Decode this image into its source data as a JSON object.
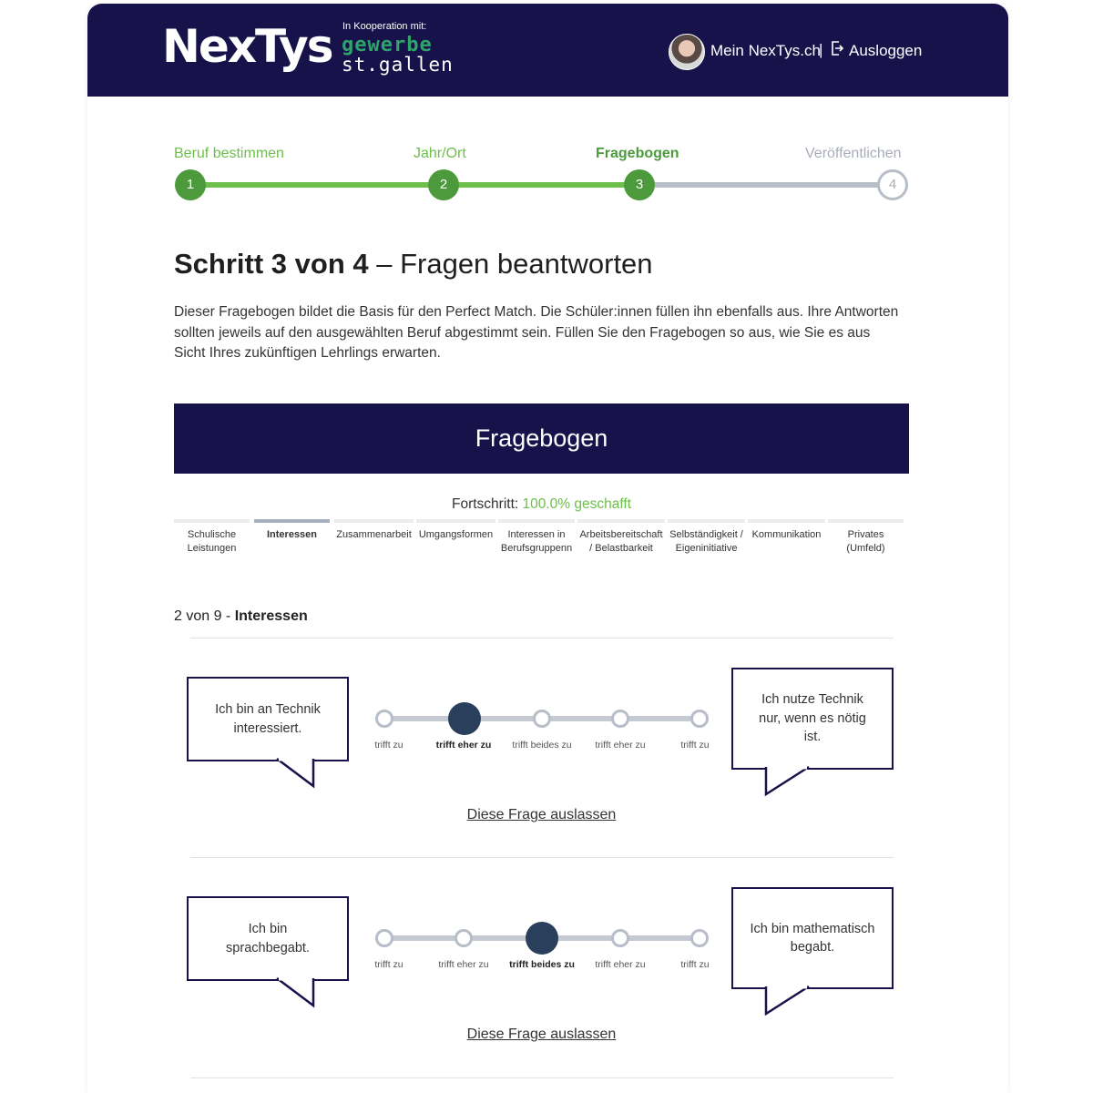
{
  "header": {
    "logo": "NexTys",
    "cooperation_label": "In Kooperation mit:",
    "partner_line1": "gewerbe",
    "partner_line2": "st.gallen",
    "user_link": "Mein NexTys.ch",
    "separator": "|",
    "logout": "Ausloggen"
  },
  "stepper": {
    "steps": [
      {
        "label": "Beruf bestimmen",
        "number": "1",
        "state": "done"
      },
      {
        "label": "Jahr/Ort",
        "number": "2",
        "state": "done"
      },
      {
        "label": "Fragebogen",
        "number": "3",
        "state": "current"
      },
      {
        "label": "Veröffentlichen",
        "number": "4",
        "state": "pending"
      }
    ]
  },
  "page": {
    "title_bold": "Schritt 3 von 4",
    "title_rest": " – Fragen beantworten",
    "intro": "Dieser Fragebogen bildet die Basis für den Perfect Match. Die Schüler:innen füllen ihn ebenfalls aus. Ihre Antworten sollten jeweils auf den ausgewählten Beruf abgestimmt sein. Füllen Sie den Fragebogen so aus, wie Sie es aus Sicht Ihres zukünftigen Lehrlings erwarten."
  },
  "questionnaire": {
    "banner": "Fragebogen",
    "progress_label": "Fortschritt: ",
    "progress_value": "100.0% geschafft",
    "tabs": [
      {
        "label": "Schulische Leistungen",
        "active": false
      },
      {
        "label": "Interessen",
        "active": true
      },
      {
        "label": "Zusammenarbeit",
        "active": false
      },
      {
        "label": "Umgangsformen",
        "active": false
      },
      {
        "label": "Interessen in Berufsgruppenn",
        "active": false
      },
      {
        "label": "Arbeitsbereitschaft / Belastbarkeit",
        "active": false
      },
      {
        "label": "Selbständigkeit / Eigeninitiative",
        "active": false
      },
      {
        "label": "Kommunikation",
        "active": false
      },
      {
        "label": "Privates (Umfeld)",
        "active": false
      }
    ],
    "section_prefix": "2 von 9 - ",
    "section_name": "Interessen",
    "questions": [
      {
        "left_statement": "Ich bin an Technik interessiert.",
        "right_statement": "Ich nutze Technik nur, wenn es nötig ist.",
        "scale_labels": [
          "trifft zu",
          "trifft eher zu",
          "trifft beides zu",
          "trifft eher zu",
          "trifft zu"
        ],
        "selected_index": 1,
        "skip": "Diese Frage auslassen"
      },
      {
        "left_statement": "Ich bin sprachbegabt.",
        "right_statement": "Ich bin mathematisch begabt.",
        "scale_labels": [
          "trifft zu",
          "trifft eher zu",
          "trifft beides zu",
          "trifft eher zu",
          "trifft zu"
        ],
        "selected_index": 2,
        "skip": "Diese Frage auslassen"
      }
    ]
  },
  "colors": {
    "navy": "#17124a",
    "green": "#6cbf4a",
    "green_dark": "#4c9a3c",
    "gray": "#b8bec8",
    "selected": "#2a3f5b"
  }
}
